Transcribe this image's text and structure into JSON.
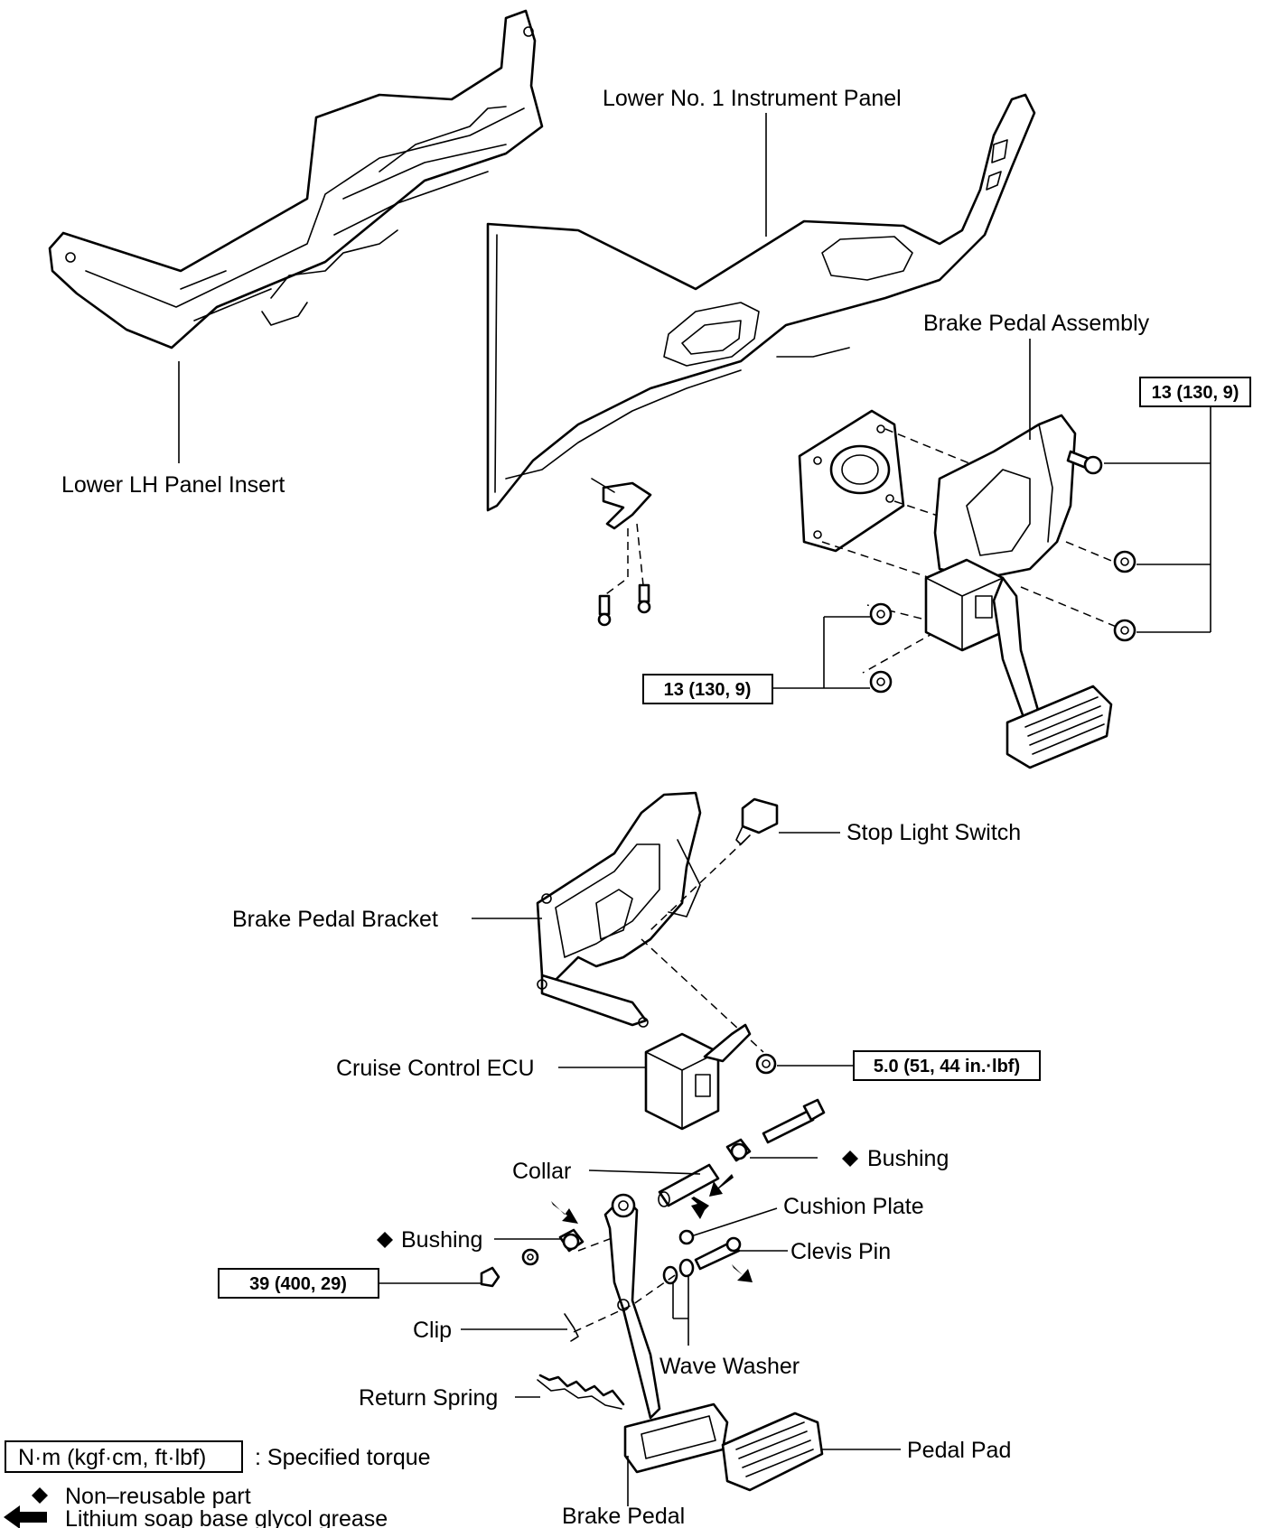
{
  "labels": {
    "lower_no1_instrument_panel": "Lower No. 1 Instrument Panel",
    "lower_lh_panel_insert": "Lower LH Panel Insert",
    "brake_pedal_assembly": "Brake Pedal Assembly",
    "stop_light_switch": "Stop Light Switch",
    "brake_pedal_bracket": "Brake Pedal Bracket",
    "cruise_control_ecu": "Cruise Control ECU",
    "collar": "Collar",
    "bushing_right": "Bushing",
    "cushion_plate": "Cushion Plate",
    "bushing_left": "Bushing",
    "clevis_pin": "Clevis Pin",
    "clip": "Clip",
    "wave_washer": "Wave Washer",
    "return_spring": "Return Spring",
    "pedal_pad": "Pedal Pad",
    "brake_pedal": "Brake Pedal"
  },
  "torques": {
    "bracket_bolts_right": "13 (130, 9)",
    "bracket_nuts_left": "13 (130, 9)",
    "ecu_nut": "5.0 (51, 44 in.·lbf)",
    "pedal_nut": "39 (400, 29)"
  },
  "legend": {
    "torque_unit": "N·m (kgf·cm, ft·lbf)",
    "torque_desc": ": Specified torque",
    "non_reusable": "Non–reusable part",
    "grease": "Lithium soap base glycol grease"
  }
}
